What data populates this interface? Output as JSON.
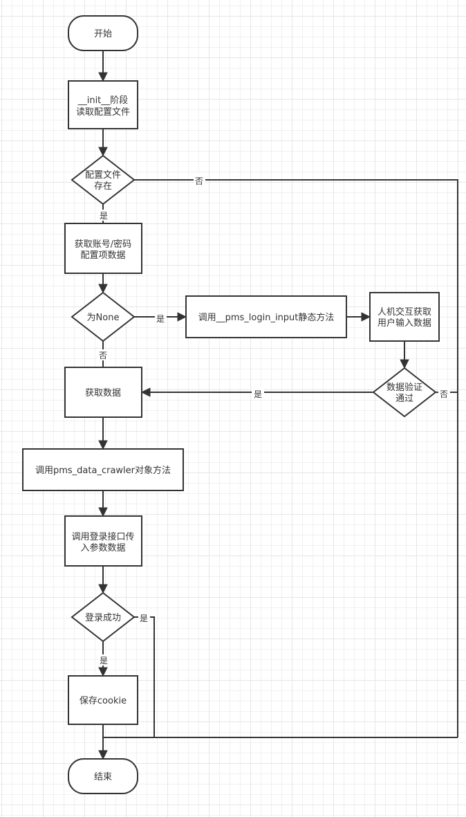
{
  "diagram": {
    "type": "flowchart",
    "stroke_color": "#333333",
    "text_color": "#333333",
    "background_color": "#ffffff",
    "grid_color": "#e6e6e6",
    "nodes": {
      "start": {
        "shape": "terminal",
        "lines": [
          "开始"
        ]
      },
      "init": {
        "shape": "process",
        "lines": [
          "__init__阶段",
          "读取配置文件"
        ]
      },
      "config_exists": {
        "shape": "decision",
        "lines": [
          "配置文件",
          "存在"
        ]
      },
      "get_config": {
        "shape": "process",
        "lines": [
          "获取账号/密码",
          "配置项数据"
        ]
      },
      "is_none": {
        "shape": "decision",
        "lines": [
          "为None"
        ]
      },
      "call_login_input": {
        "shape": "process",
        "lines": [
          "调用__pms_login_input静态方法"
        ]
      },
      "user_input": {
        "shape": "process",
        "lines": [
          "人机交互获取",
          "用户输入数据"
        ]
      },
      "validate": {
        "shape": "decision",
        "lines": [
          "数据验证",
          "通过"
        ]
      },
      "get_data": {
        "shape": "process",
        "lines": [
          "获取数据"
        ]
      },
      "call_crawler": {
        "shape": "process",
        "lines": [
          "调用pms_data_crawler对象方法"
        ]
      },
      "call_login_api": {
        "shape": "process",
        "lines": [
          "调用登录接口传",
          "入参数数据"
        ]
      },
      "login_success": {
        "shape": "decision",
        "lines": [
          "登录成功"
        ]
      },
      "save_cookie": {
        "shape": "process",
        "lines": [
          "保存cookie"
        ]
      },
      "end": {
        "shape": "terminal",
        "lines": [
          "结束"
        ]
      }
    },
    "edges": [
      {
        "from": "start",
        "to": "init",
        "label": ""
      },
      {
        "from": "init",
        "to": "config_exists",
        "label": ""
      },
      {
        "from": "config_exists",
        "to": "end",
        "label": "否"
      },
      {
        "from": "config_exists",
        "to": "get_config",
        "label": "是"
      },
      {
        "from": "get_config",
        "to": "is_none",
        "label": ""
      },
      {
        "from": "is_none",
        "to": "call_login_input",
        "label": "是"
      },
      {
        "from": "call_login_input",
        "to": "user_input",
        "label": ""
      },
      {
        "from": "user_input",
        "to": "validate",
        "label": ""
      },
      {
        "from": "validate",
        "to": "get_data",
        "label": "是"
      },
      {
        "from": "validate",
        "to": "end",
        "label": "否"
      },
      {
        "from": "is_none",
        "to": "get_data",
        "label": "否"
      },
      {
        "from": "get_data",
        "to": "call_crawler",
        "label": ""
      },
      {
        "from": "call_crawler",
        "to": "call_login_api",
        "label": ""
      },
      {
        "from": "call_login_api",
        "to": "login_success",
        "label": ""
      },
      {
        "from": "login_success",
        "to": "end",
        "label": "是"
      },
      {
        "from": "login_success",
        "to": "save_cookie",
        "label": "是"
      },
      {
        "from": "save_cookie",
        "to": "end",
        "label": ""
      }
    ]
  }
}
